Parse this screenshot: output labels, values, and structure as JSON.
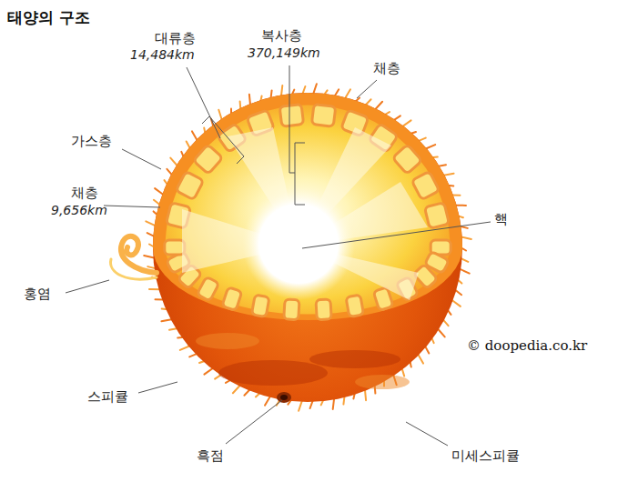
{
  "diagram": {
    "title": "태양의 구조",
    "labels": [
      "복사층",
      "370,149km",
      "대류층",
      "14,484km",
      "채층",
      "가스층",
      "채층",
      "9,656km",
      "핵",
      "홍염",
      "스피큘",
      "흑점",
      "미세스피큘",
      "© doopedia.co.kr"
    ]
  }
}
